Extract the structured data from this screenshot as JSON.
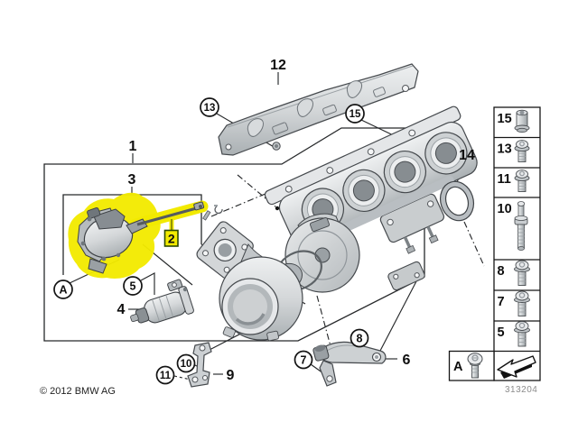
{
  "page": {
    "background": "#ffffff"
  },
  "footer": {
    "copyright": "© 2012 BMW AG",
    "diagram_number": "313204"
  },
  "highlight": {
    "color": "#f2ea00",
    "selected_callout": "2",
    "selected_border": "#2c4a00"
  },
  "callouts": {
    "n1": "1",
    "n2": "2",
    "n3": "3",
    "n4": "4",
    "n6": "6",
    "n9": "9",
    "n12": "12",
    "n14": "14",
    "cA": "A",
    "c5": "5",
    "c7": "7",
    "c8": "8",
    "c10": "10",
    "c11": "11",
    "c13": "13",
    "c15": "15"
  },
  "sidebar": {
    "rows": [
      {
        "label": "15",
        "icon": "sleeve-nut-icon"
      },
      {
        "label": "13",
        "icon": "flange-bolt-icon"
      },
      {
        "label": "11",
        "icon": "flange-bolt-icon"
      },
      {
        "label": "10",
        "icon": "stud-bolt-icon"
      },
      {
        "label": "8",
        "icon": "flange-screw-icon"
      },
      {
        "label": "7",
        "icon": "flange-screw-icon"
      },
      {
        "label": "5",
        "icon": "flange-screw-icon"
      }
    ],
    "legend": {
      "label": "A",
      "icon": "pan-head-screw-icon",
      "symbol_icon": "install-direction-arrow-icon"
    }
  }
}
